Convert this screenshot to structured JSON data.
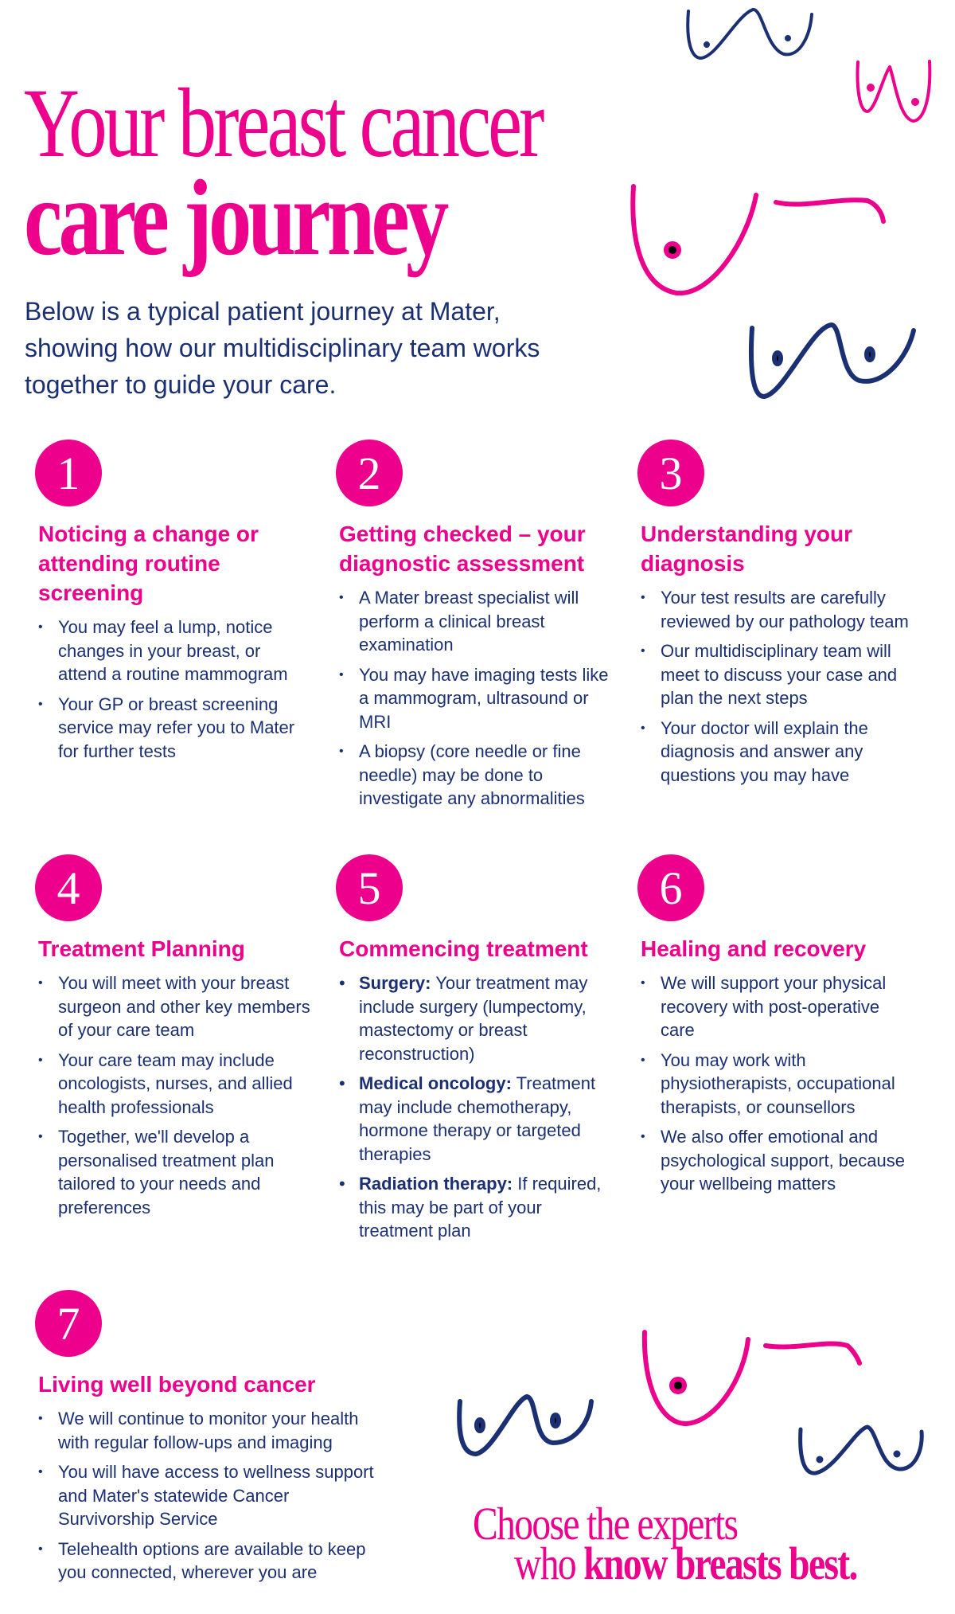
{
  "header": {
    "title_line1": "Your breast cancer",
    "title_line2": "care journey",
    "intro": "Below is a typical patient journey at Mater, showing how our multidisciplinary team works together to guide your care."
  },
  "colors": {
    "accent": "#ec008c",
    "navy": "#1b2f73"
  },
  "steps": [
    {
      "number": "1",
      "title": "Noticing a change or attending routine screening",
      "bullets": [
        {
          "text": "You may feel a lump, notice changes in your breast, or attend a routine mammogram"
        },
        {
          "text": "Your GP or breast screening service may refer you to Mater for further tests"
        }
      ]
    },
    {
      "number": "2",
      "title": "Getting checked – your diagnostic assessment",
      "bullets": [
        {
          "text": "A Mater breast specialist will perform a clinical breast examination"
        },
        {
          "text": "You may have imaging tests like a mammogram, ultrasound or MRI"
        },
        {
          "text": "A biopsy (core needle or fine needle) may be done to investigate any abnormalities"
        }
      ]
    },
    {
      "number": "3",
      "title": "Understanding your diagnosis",
      "bullets": [
        {
          "text": "Your test results are carefully reviewed by our pathology team"
        },
        {
          "text": "Our multidisciplinary team will meet to discuss your case and plan the next steps"
        },
        {
          "text": "Your doctor will explain the diagnosis and answer any questions you may have"
        }
      ]
    },
    {
      "number": "4",
      "title": "Treatment Planning",
      "bullets": [
        {
          "text": "You will meet with your breast surgeon and other key members of your care team"
        },
        {
          "text": "Your care team may include oncologists, nurses, and allied health professionals"
        },
        {
          "text": "Together, we'll develop a personalised treatment plan tailored to your needs and preferences"
        }
      ]
    },
    {
      "number": "5",
      "title": "Commencing treatment",
      "bullets": [
        {
          "bold": "Surgery:",
          "text": " Your treatment may include surgery (lumpectomy, mastectomy or breast reconstruction)"
        },
        {
          "bold": "Medical oncology:",
          "text": " Treatment may include chemotherapy, hormone therapy or targeted therapies"
        },
        {
          "bold": "Radiation therapy:",
          "text": " If required, this may be part of your treatment plan"
        }
      ]
    },
    {
      "number": "6",
      "title": "Healing and recovery",
      "bullets": [
        {
          "text": "We will support your physical recovery with post-operative care"
        },
        {
          "text": "You may work with physiotherapists, occupational therapists, or counsellors"
        },
        {
          "text": "We also offer emotional and psychological support, because your wellbeing matters"
        }
      ]
    },
    {
      "number": "7",
      "title": "Living well beyond cancer",
      "bullets": [
        {
          "text": "We will continue to monitor your health with regular follow-ups and imaging"
        },
        {
          "text": "You will have access to wellness support and Mater's statewide Cancer Survivorship Service"
        },
        {
          "text": "Telehealth options are available to keep you connected, wherever you are"
        }
      ]
    }
  ],
  "tagline": {
    "line1": "Choose the experts",
    "line2_regular": "who ",
    "line2_bold": "know breasts best."
  }
}
